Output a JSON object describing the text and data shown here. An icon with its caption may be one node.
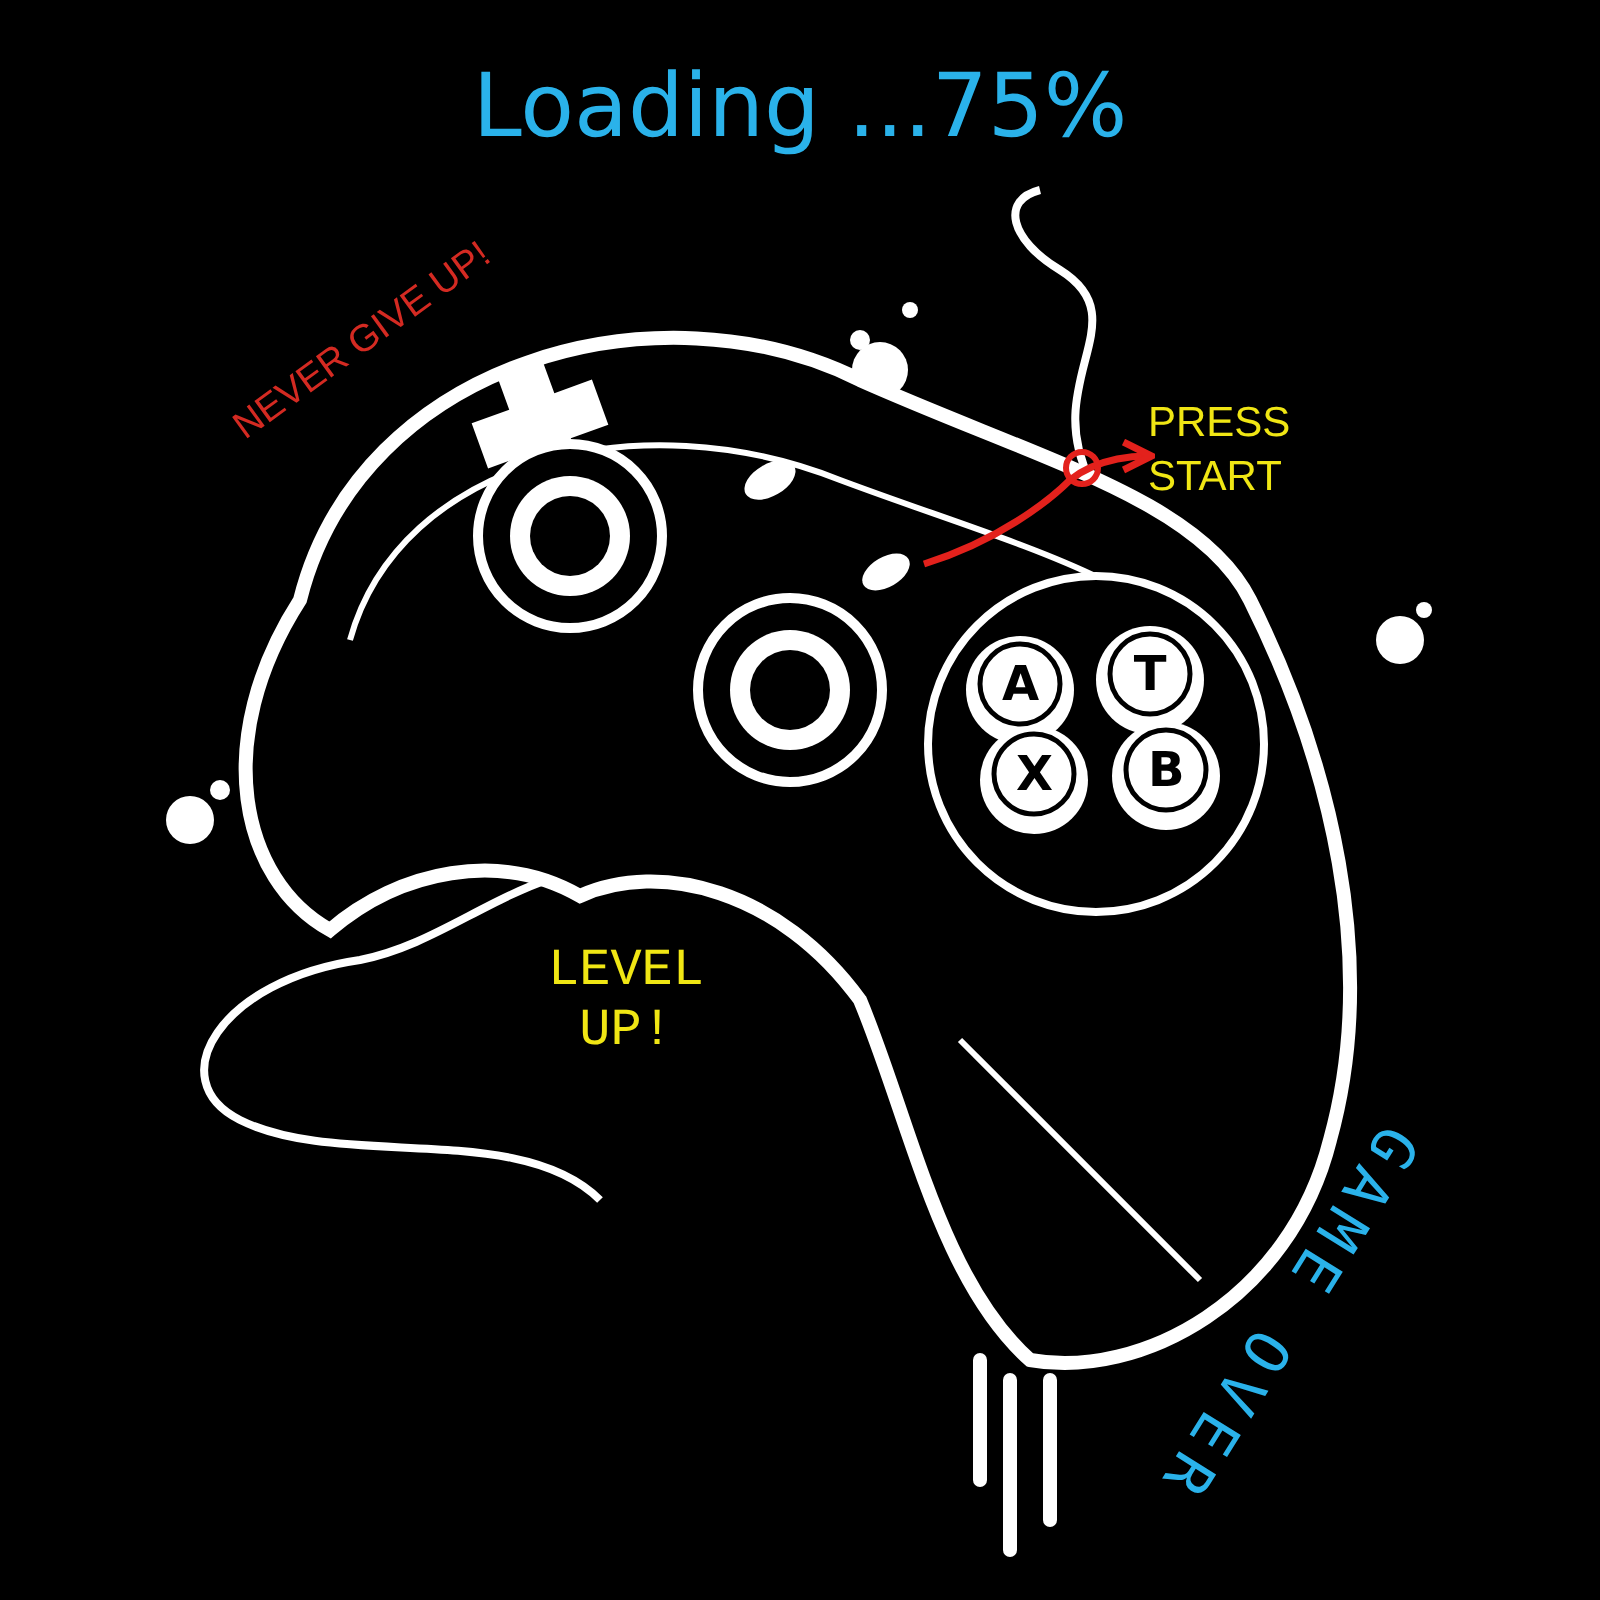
{
  "diagram": {
    "title": "Loading ...75%",
    "nodes": [
      {
        "text": [],
        "shape": "oval"
      },
      {
        "text": [
          "PRESS START"
        ]
      }
    ],
    "edges": [
      {
        "from": 0,
        "to": 1,
        "arrow": "to",
        "color": "#e3211c"
      }
    ],
    "labels": [
      "NEVER GIVE UP!",
      "A",
      "T",
      "X",
      "B",
      "LEVEL UP!",
      "GAME OVER"
    ]
  }
}
